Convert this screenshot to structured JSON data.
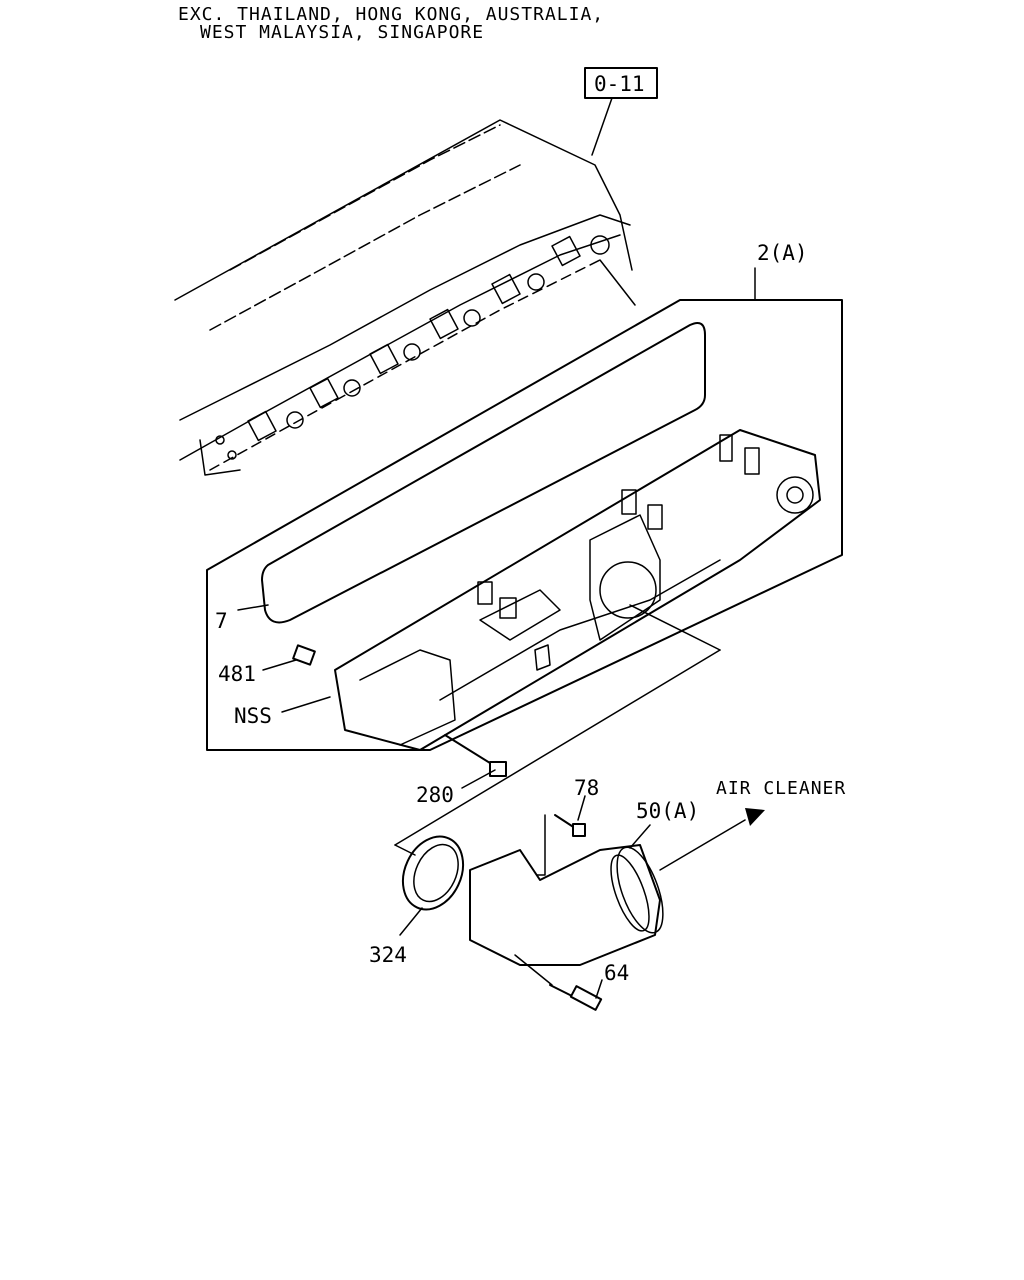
{
  "header": {
    "line1": "EXC. THAILAND, HONG KONG, AUSTRALIA,",
    "line2": "WEST MALAYSIA, SINGAPORE"
  },
  "ref_box": "0-11",
  "callouts": {
    "group": "2(A)",
    "gasket": "7",
    "plug": "481",
    "manifold": "NSS",
    "bolt_280": "280",
    "bolt_78": "78",
    "duct": "50(A)",
    "ring": "324",
    "stud": "64"
  },
  "direction_label": "AIR CLEANER"
}
